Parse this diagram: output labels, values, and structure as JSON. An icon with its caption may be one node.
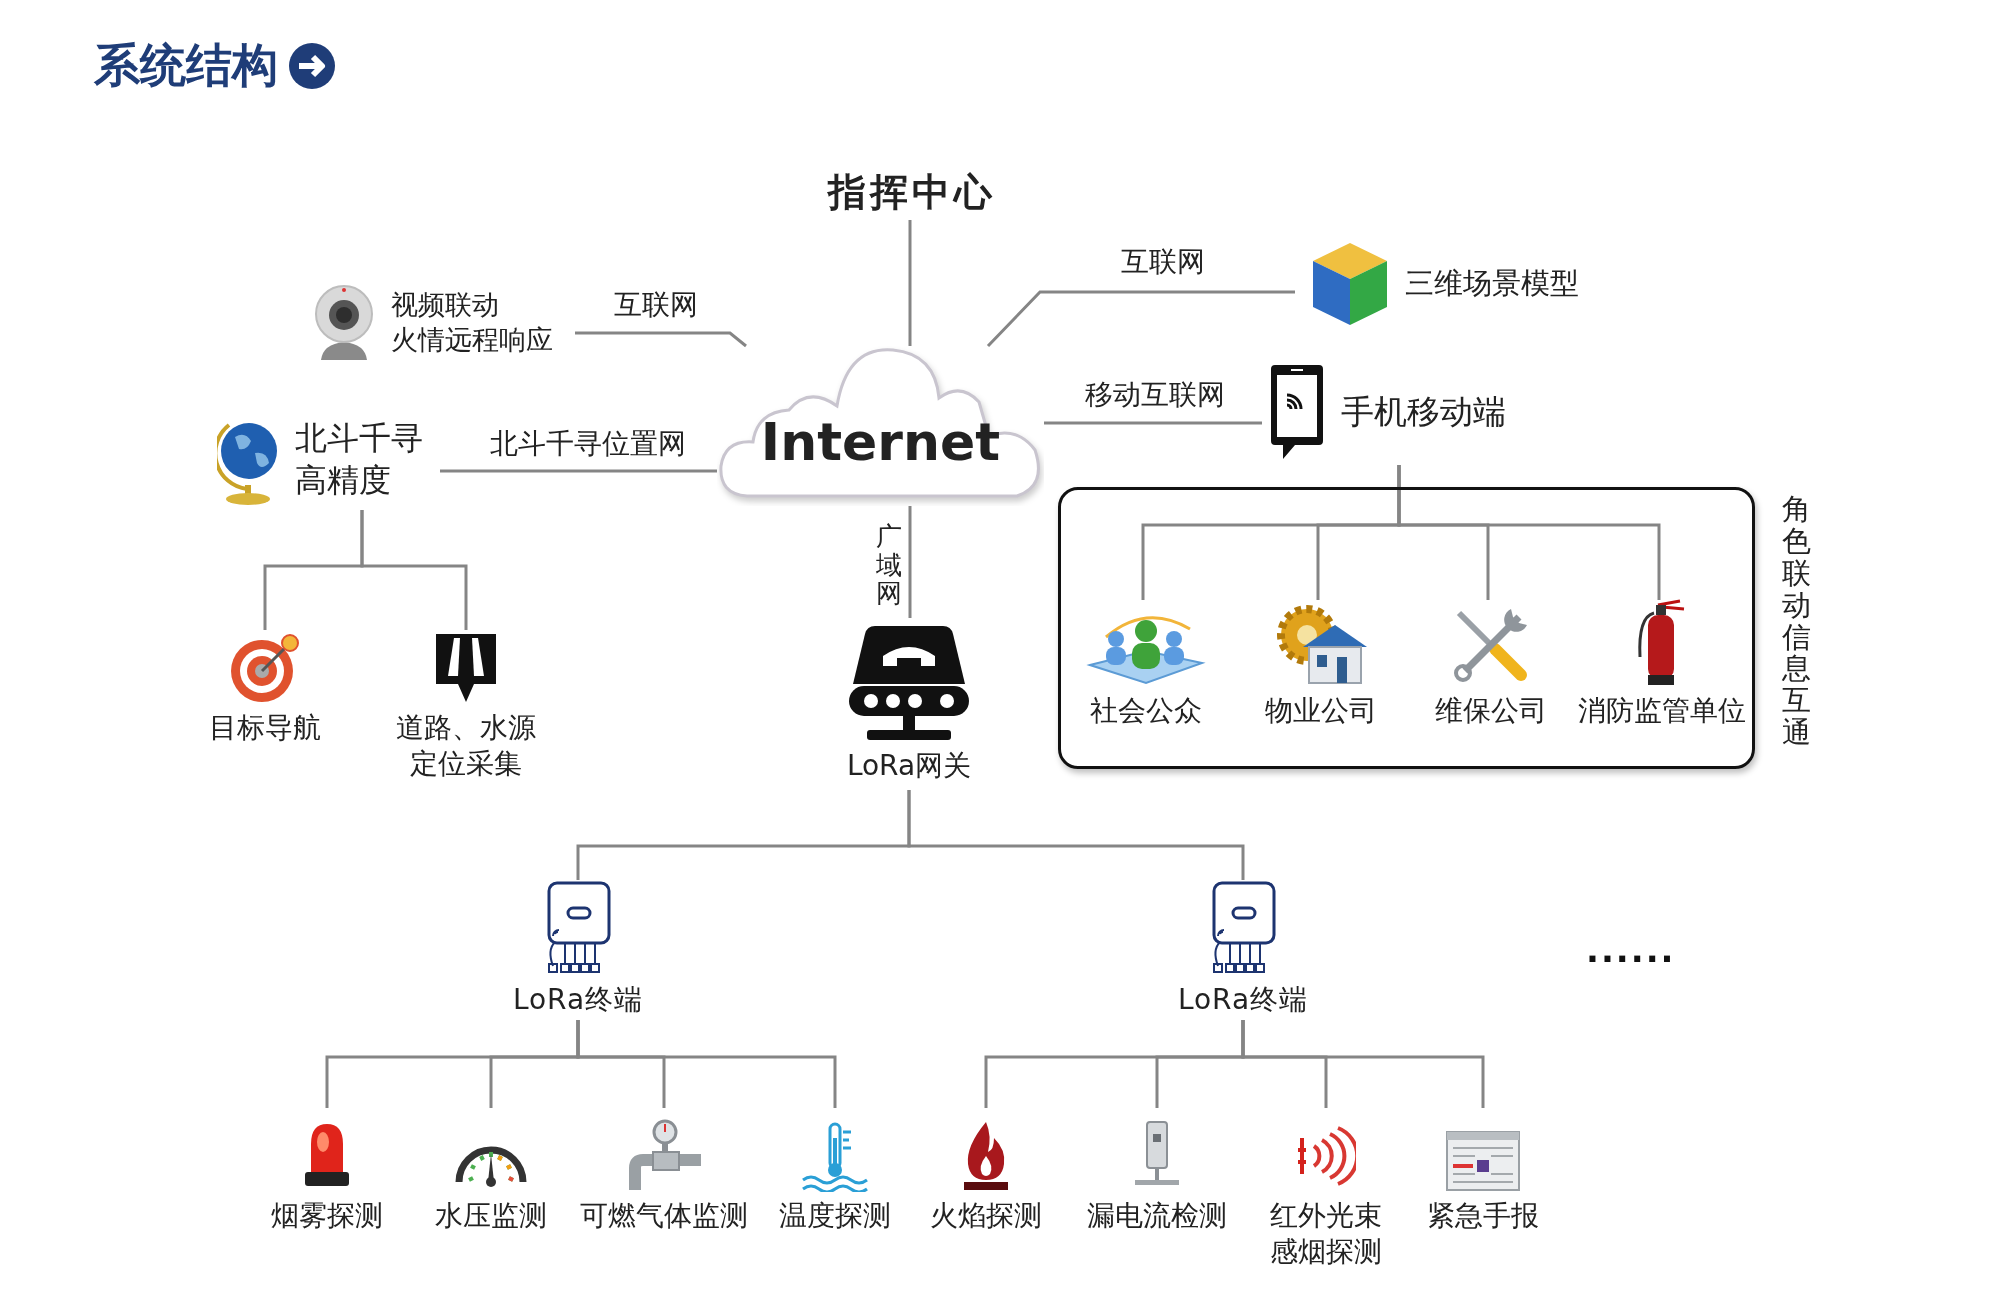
{
  "diagram": {
    "title": "系统结构",
    "nodes": [
      {
        "text": [
          "指挥中心"
        ]
      },
      {
        "text": [
          "Internet"
        ]
      },
      {
        "text": [
          "视频联动",
          "火情远程响应"
        ]
      },
      {
        "text": [
          "三维场景模型"
        ]
      },
      {
        "text": [
          "手机移动端"
        ]
      },
      {
        "text": [
          "北斗千寻高精度"
        ]
      },
      {
        "text": [
          "目标导航"
        ]
      },
      {
        "text": [
          "道路、水源定位采集"
        ]
      },
      {
        "text": [
          "LoRa网关"
        ]
      },
      {
        "text": [],
        "shape": "box",
        "beside": [
          "角色联动信息互通"
        ]
      },
      {
        "text": [
          "社会公众"
        ],
        "in": 9
      },
      {
        "text": [
          "物业公司"
        ],
        "in": 9
      },
      {
        "text": [
          "维保公司"
        ],
        "in": 9
      },
      {
        "text": [
          "消防监管单位"
        ],
        "in": 9
      },
      {
        "text": [
          "LoRa终端"
        ]
      },
      {
        "text": [
          "LoRa终端"
        ]
      },
      {
        "text": [
          "烟雾探测"
        ]
      },
      {
        "text": [
          "水压监测"
        ]
      },
      {
        "text": [
          "可燃气体监测"
        ]
      },
      {
        "text": [
          "温度探测"
        ]
      },
      {
        "text": [
          "火焰探测"
        ]
      },
      {
        "text": [
          "漏电流检测"
        ]
      },
      {
        "text": [
          "红外光束感烟探测"
        ]
      },
      {
        "text": [
          "紧急手报"
        ]
      }
    ],
    "edges": [
      {
        "from": 0,
        "to": 1,
        "arrow": "none"
      },
      {
        "from": 1,
        "to": 2,
        "arrow": "none",
        "label": "互联网"
      },
      {
        "from": 1,
        "to": 3,
        "arrow": "none",
        "label": "互联网"
      },
      {
        "from": 1,
        "to": 4,
        "arrow": "none",
        "label": "移动互联网"
      },
      {
        "from": 1,
        "to": 5,
        "arrow": "none",
        "label": "北斗千寻位置网"
      },
      {
        "from": 1,
        "to": 8,
        "arrow": "none",
        "label": "广域网"
      },
      {
        "from": 5,
        "to": 6,
        "arrow": "none"
      },
      {
        "from": 5,
        "to": 7,
        "arrow": "none"
      },
      {
        "from": 4,
        "to": 10,
        "arrow": "none"
      },
      {
        "from": 4,
        "to": 11,
        "arrow": "none"
      },
      {
        "from": 4,
        "to": 12,
        "arrow": "none"
      },
      {
        "from": 4,
        "to": 13,
        "arrow": "none"
      },
      {
        "from": 8,
        "to": 14,
        "arrow": "none"
      },
      {
        "from": 8,
        "to": 15,
        "arrow": "none"
      },
      {
        "from": 14,
        "to": 16,
        "arrow": "none"
      },
      {
        "from": 14,
        "to": 17,
        "arrow": "none"
      },
      {
        "from": 14,
        "to": 18,
        "arrow": "none"
      },
      {
        "from": 14,
        "to": 19,
        "arrow": "none"
      },
      {
        "from": 15,
        "to": 20,
        "arrow": "none"
      },
      {
        "from": 15,
        "to": 21,
        "arrow": "none"
      },
      {
        "from": 15,
        "to": 22,
        "arrow": "none"
      },
      {
        "from": 15,
        "to": 23,
        "arrow": "none"
      }
    ],
    "labels": [
      "......"
    ]
  }
}
